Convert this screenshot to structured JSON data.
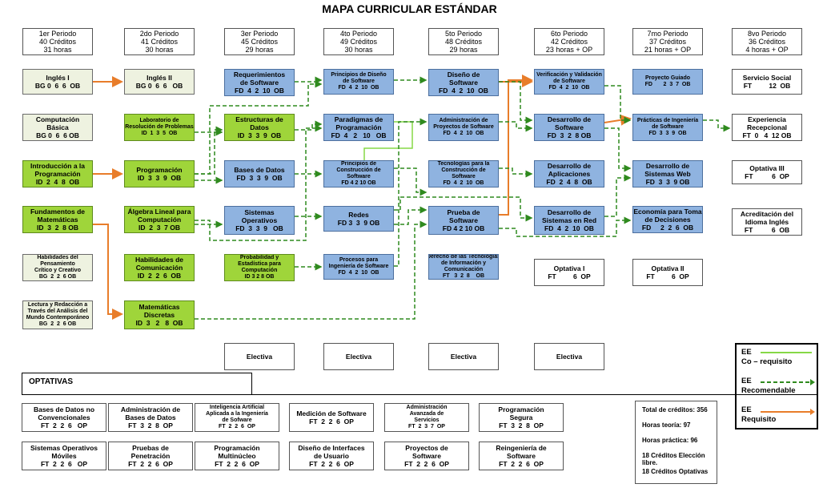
{
  "title": "MAPA CURRICULAR ESTÁNDAR",
  "periods": [
    [
      "1er Periodo",
      "40 Créditos",
      "31 horas"
    ],
    [
      "2do Periodo",
      "41 Créditos",
      "30 horas"
    ],
    [
      "3er Periodo",
      "45 Créditos",
      "29 horas"
    ],
    [
      "4to Periodo",
      "49 Créditos",
      "30 horas"
    ],
    [
      "5to Periodo",
      "48 Créditos",
      "29 horas"
    ],
    [
      "6to Periodo",
      "42 Créditos",
      "23 horas + OP"
    ],
    [
      "7mo Periodo",
      "37 Créditos",
      "21 horas + OP"
    ],
    [
      "8vo Periodo",
      "36 Créditos",
      "4 horas + OP"
    ]
  ],
  "courses": {
    "c1_1": [
      "Inglés I",
      "BG 0  6  6  OB"
    ],
    "c1_2": [
      "Computación",
      "Básica",
      "BG 0  6  6 OB"
    ],
    "c1_3": [
      "Introducción a la",
      "Programación",
      "ID  2  4  8  OB"
    ],
    "c1_4": [
      "Fundamentos de",
      "Matemáticas",
      "ID  3  2  8 OB"
    ],
    "c1_5": [
      "Habilidades del",
      "Pensamiento",
      "Crítico y Creativo",
      "BG  2  2  6 OB"
    ],
    "c1_6": [
      "Lectura y Redacción a",
      "Través del Análisis del",
      "Mundo Contemporáneo",
      "BG  2  2  6 OB"
    ],
    "c2_1": [
      "Inglés II",
      "BG 0  6  6   OB"
    ],
    "c2_2": [
      "Laboratorio de",
      "Resolución de Problemas",
      "ID  1  3  5  OB"
    ],
    "c2_3": [
      "Programación",
      "ID  3  3  9  OB"
    ],
    "c2_4": [
      "Álgebra Lineal para",
      "Computación",
      "ID  2  3  7 OB"
    ],
    "c2_5": [
      "Habilidades de",
      "Comunicación",
      "ID  2  2  6  OB"
    ],
    "c2_6": [
      "Matemáticas",
      "Discretas",
      "ID  3   2   8  OB"
    ],
    "c3_1": [
      "Requerimientos",
      "de Software",
      "FD  4  2  10  OB"
    ],
    "c3_2": [
      "Estructuras de",
      "Datos",
      "ID  3  3  9  OB"
    ],
    "c3_3": [
      "Bases de Datos",
      "FD  3  3  9  OB"
    ],
    "c3_4": [
      "Sistemas",
      "Operativos",
      "FD  3  3  9   OB"
    ],
    "c3_5": [
      "Probabilidad y",
      "Estadística para",
      "Computación",
      "ID 3 2 8 OB"
    ],
    "c4_1": [
      "Principios de Diseño",
      "de Software",
      "FD  4  2  10  OB"
    ],
    "c4_2": [
      "Paradigmas de",
      "Programación",
      "FD  4   2   10   OB"
    ],
    "c4_3": [
      "Principios de",
      "Construcción de",
      "Software",
      "FD 4 2 10 OB"
    ],
    "c4_4": [
      "Redes",
      "FD 3  3  9 OB"
    ],
    "c4_5": [
      "Procesos para",
      "Ingeniería de Software",
      "FD  4  2  10  OB"
    ],
    "c5_1": [
      "Diseño de",
      "Software",
      "FD  4  2  10  OB"
    ],
    "c5_2": [
      "Administración de",
      "Proyectos de Software",
      "FD  4  2  10  OB"
    ],
    "c5_3": [
      "Tecnologías para la",
      "Construcción de",
      "Software",
      "FD  4  2  10  OB"
    ],
    "c5_4": [
      "Prueba de",
      "Software",
      "FD 4 2 10 OB"
    ],
    "c5_5": [
      "Derecho de las Tecnologías",
      "de Información y",
      "Comunicación",
      "FT   3  2  8    OB"
    ],
    "c6_1": [
      "Verificación y Validación",
      "de Software",
      "FD  4  2  10  OB"
    ],
    "c6_2": [
      "Desarrollo de",
      "Software",
      "FD  3  2  8 OB"
    ],
    "c6_3": [
      "Desarrollo de",
      "Aplicaciones",
      "FD  2  4  8  OB"
    ],
    "c6_4": [
      "Desarrollo de",
      "Sistemas en Red",
      "FD  4  2  10  OB"
    ],
    "c6_5": [
      "Optativa I",
      "FT         6  OP"
    ],
    "c7_1": [
      "Proyecto Guiado",
      "",
      "FD       2  3  7  OB"
    ],
    "c7_2": [
      "Prácticas de Ingeniería",
      "de Software",
      "FD  3  3  9  OB"
    ],
    "c7_3": [
      "Desarrollo de",
      "Sistemas Web",
      "FD  3  3  9 OB"
    ],
    "c7_4": [
      "Economía para Toma",
      "de Decisiones",
      "FD     2  2  6  OB"
    ],
    "c7_5": [
      "Optativa II",
      "FT         6  OP"
    ],
    "c8_1": [
      "Servicio Social",
      "FT         12  OB"
    ],
    "c8_2": [
      "Experiencia",
      "Recepcional",
      "FT  0   4  12 OB"
    ],
    "c8_3": [
      "Optativa III",
      "FT          6  OP"
    ],
    "c8_4": [
      "Acreditación del",
      "Idioma Inglés",
      "FT          6  OB"
    ]
  },
  "electives_row": [
    "Electiva",
    "Electiva",
    "Electiva",
    "Electiva"
  ],
  "optativas_title": "OPTATIVAS",
  "optativas": [
    [
      "Bases de Datos no",
      "Convencionales",
      "FT  2  2  6   OP"
    ],
    [
      "Administración de",
      "Bases de Datos",
      "FT  3  2  8  OP"
    ],
    [
      "Inteligencia Artificial",
      "Aplicada a la Ingeniería",
      "de Sofware",
      "FT  2  2  6  OP"
    ],
    [
      "Medición de Software",
      "FT  2  2  6  OP"
    ],
    [
      "Administración",
      "Avanzada de",
      "Servicios",
      "FT  2  3  7  OP"
    ],
    [
      "Programación",
      "Segura",
      "FT  3  2  8  OP"
    ],
    [
      "Sistemas Operativos",
      "Móviles",
      "FT  2  2  6   OP"
    ],
    [
      "Pruebas de",
      "Penetración",
      "FT  2  2  6  OP"
    ],
    [
      "Programación",
      "Multinúcleo",
      "FT  2  2  6  OP"
    ],
    [
      "Diseño de Interfaces",
      "de Usuario",
      "FT  2  2  6  OP"
    ],
    [
      "Proyectos de",
      "Software",
      "FT  2  2  6  OP"
    ],
    [
      "Reingeniería de",
      "Software",
      "FT  2  2  6  OP"
    ]
  ],
  "stats": [
    "Total de créditos: 356",
    "Horas teoría: 97",
    "Horas práctica: 96",
    "18 Créditos Elección libre.",
    "18 Créditos Optativas"
  ],
  "legend": {
    "co_label": [
      "EE",
      "Co – requisito"
    ],
    "rec_label": [
      "EE",
      "Recomendable"
    ],
    "req_label": [
      "EE",
      "Requisito"
    ]
  },
  "colors": {
    "basic": "#eef2e0",
    "initiation": "#9fd53a",
    "disciplinary": "#8fb3e0",
    "co_requisite": "#86d846",
    "recommended": "#2f8a1e",
    "requisite": "#e87d2a"
  }
}
